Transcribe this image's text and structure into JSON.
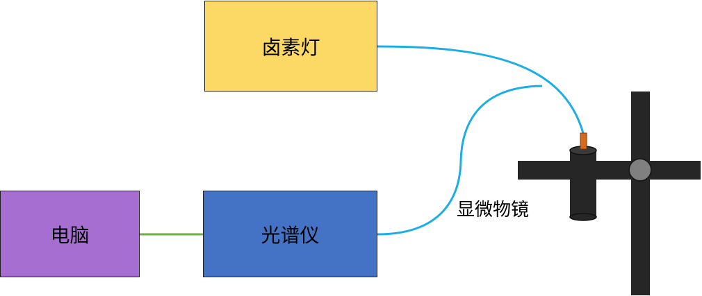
{
  "labels": {
    "halogen_lamp": "卤素灯",
    "spectrometer": "光谱仪",
    "computer": "电脑",
    "microscope": "显微物镜"
  },
  "colors": {
    "halogen_lamp": "#fcd965",
    "spectrometer": "#4473c5",
    "computer": "#a66ed0",
    "fiber": "#1aaee4",
    "data_cable": "#70ad47",
    "stand": "#262626",
    "fiber_tip": "#d86a1e",
    "joint": "#808080"
  }
}
